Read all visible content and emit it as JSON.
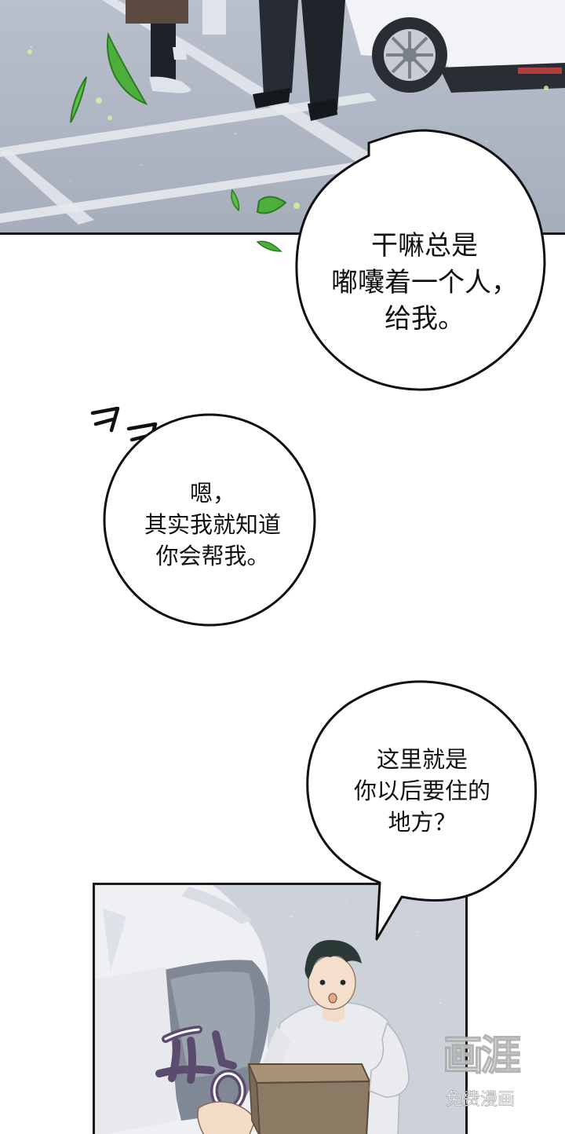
{
  "bubbles": [
    {
      "lines": [
        "干嘛总是",
        "嘟囔着一个人，",
        "给我。"
      ]
    },
    {
      "lines": [
        "嗯，",
        "其实我就知道",
        "你会帮我。"
      ]
    },
    {
      "lines": [
        "这里就是",
        "你以后要住的",
        "地方？"
      ]
    }
  ],
  "sfx": {
    "laugh": "ㅋㅋ",
    "pat": "팡"
  },
  "watermark": {
    "logo": "画涯",
    "subtitle": "免费漫画"
  },
  "colors": {
    "ink": "#111111",
    "bubble_fill": "#ffffff",
    "leaf_green": "#4caf3c",
    "asphalt": "#aeb5c2"
  }
}
